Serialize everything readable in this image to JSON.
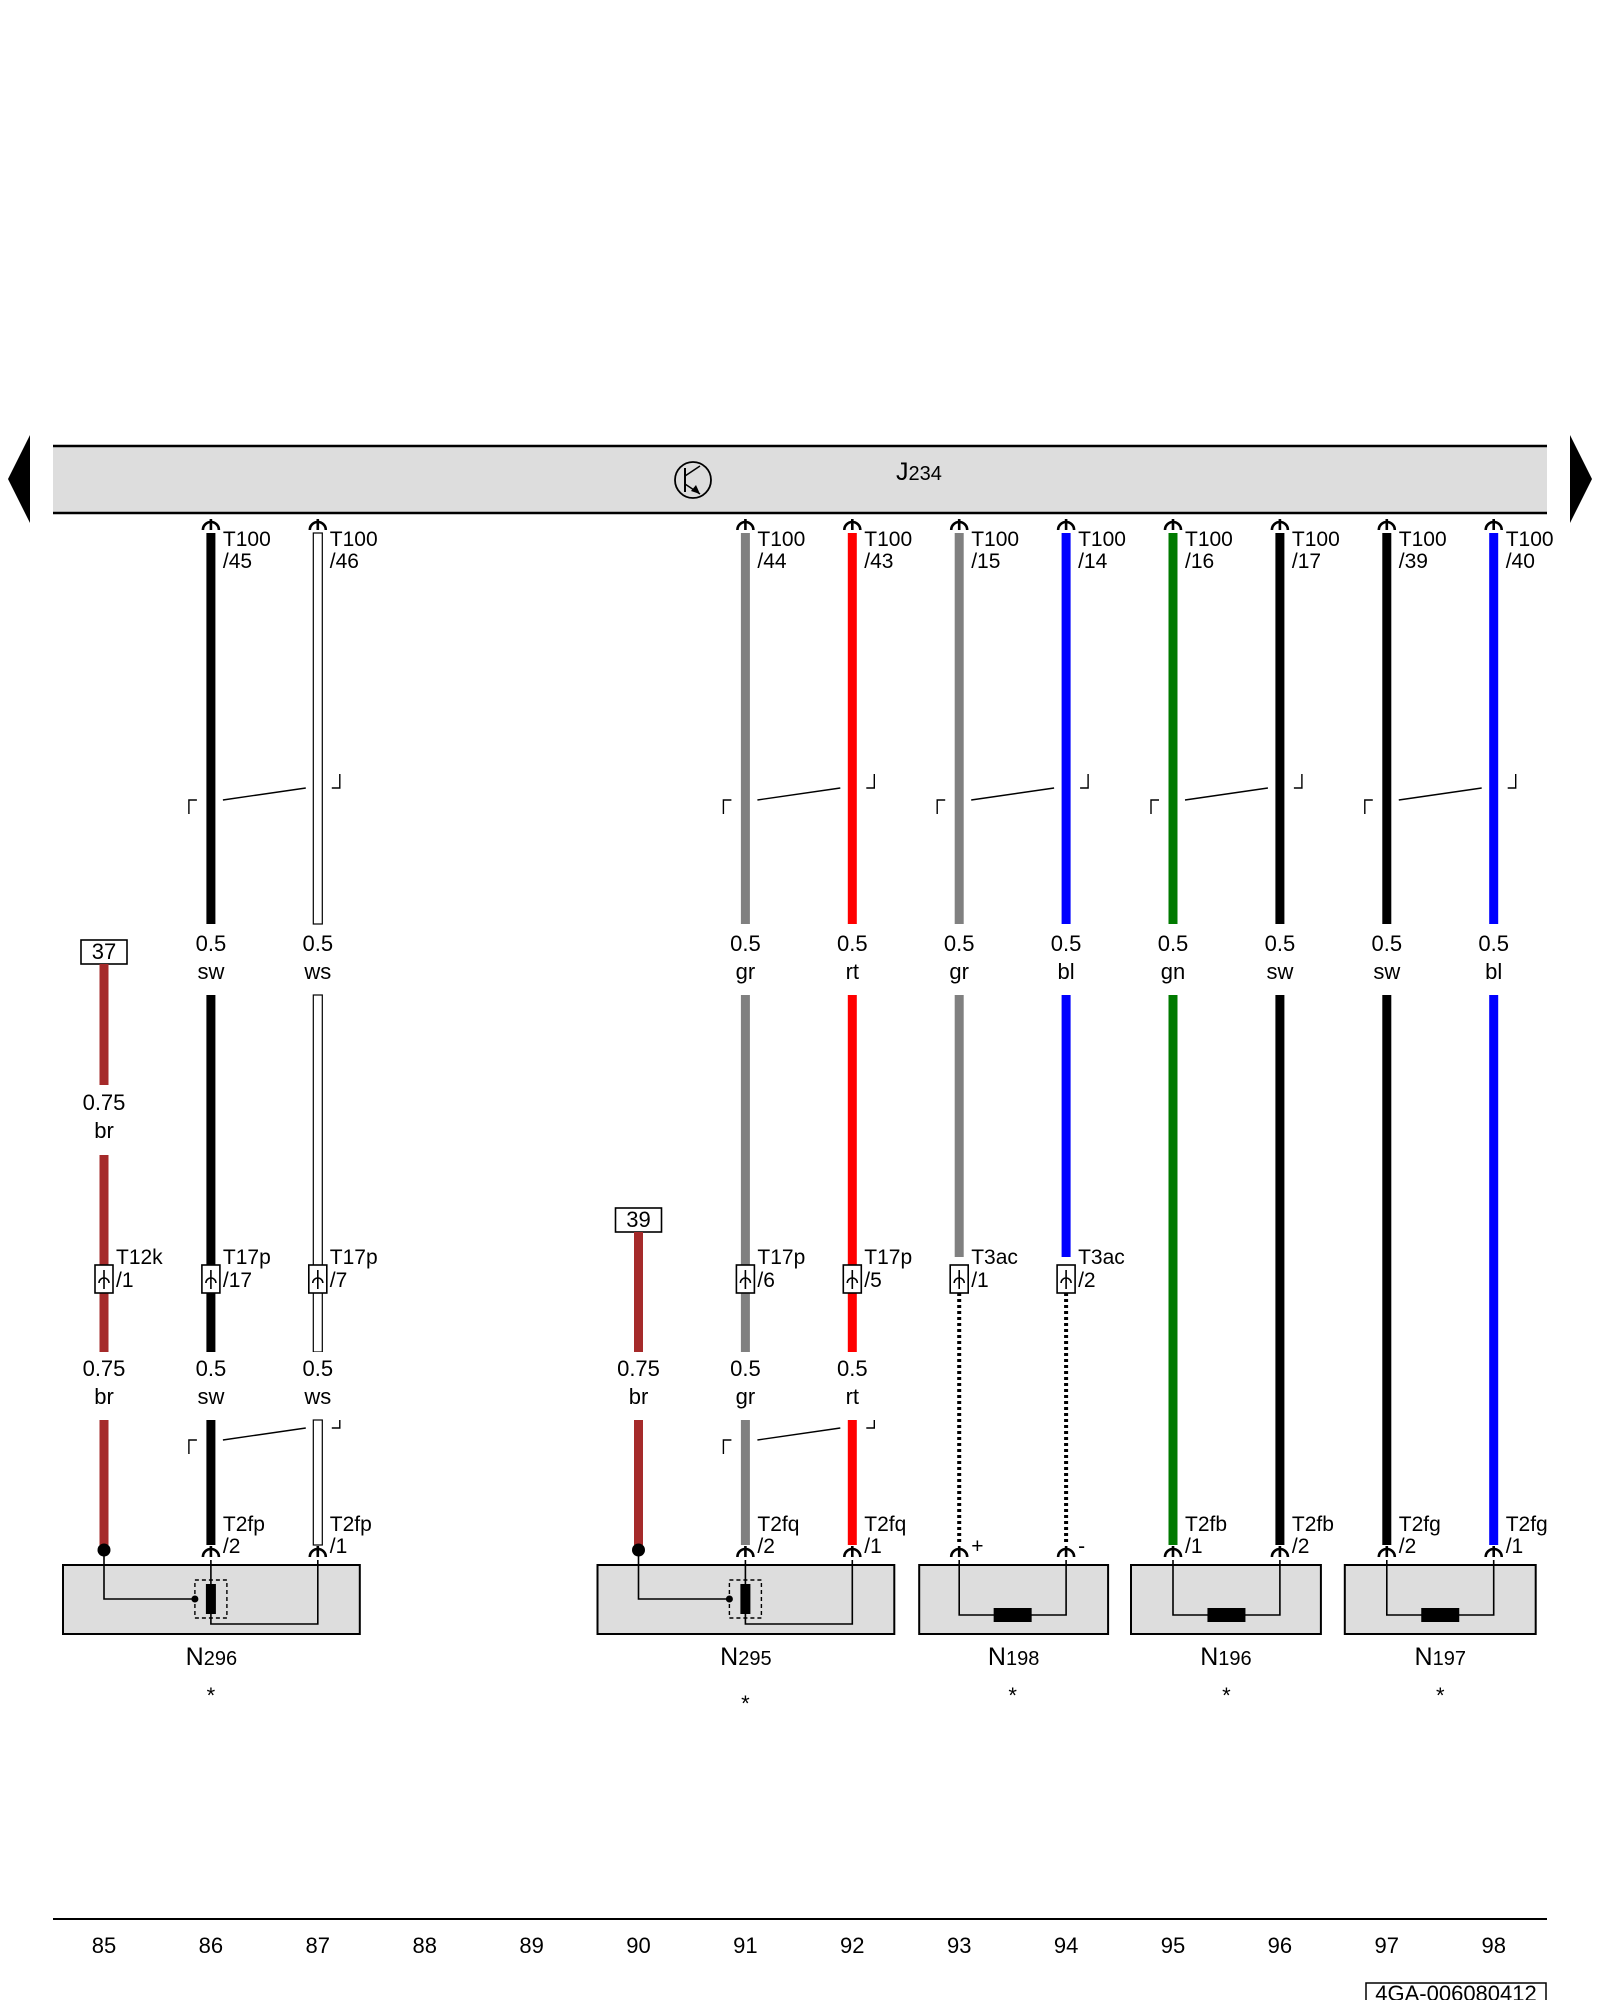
{
  "component": {
    "prefix": "J",
    "number": "234",
    "transistor_icon": "transistor-icon"
  },
  "nav": {
    "left": "triangle-left-icon",
    "right": "triangle-right-icon"
  },
  "top_pins": [
    {
      "id": "p86",
      "col": 86,
      "conn": "T100",
      "pin": "/45",
      "size": "0.5",
      "color_code": "sw",
      "color": "#000000"
    },
    {
      "id": "p87",
      "col": 87,
      "conn": "T100",
      "pin": "/46",
      "size": "0.5",
      "color_code": "ws",
      "color": "#ffffff"
    },
    {
      "id": "p91",
      "col": 91,
      "conn": "T100",
      "pin": "/44",
      "size": "0.5",
      "color_code": "gr",
      "color": "#808080"
    },
    {
      "id": "p92",
      "col": 92,
      "conn": "T100",
      "pin": "/43",
      "size": "0.5",
      "color_code": "rt",
      "color": "#ff0000"
    },
    {
      "id": "p93",
      "col": 93,
      "conn": "T100",
      "pin": "/15",
      "size": "0.5",
      "color_code": "gr",
      "color": "#808080"
    },
    {
      "id": "p94",
      "col": 94,
      "conn": "T100",
      "pin": "/14",
      "size": "0.5",
      "color_code": "bl",
      "color": "#0000ff"
    },
    {
      "id": "p95",
      "col": 95,
      "conn": "T100",
      "pin": "/16",
      "size": "0.5",
      "color_code": "gn",
      "color": "#007a00"
    },
    {
      "id": "p96",
      "col": 96,
      "conn": "T100",
      "pin": "/17",
      "size": "0.5",
      "color_code": "sw",
      "color": "#000000"
    },
    {
      "id": "p97",
      "col": 97,
      "conn": "T100",
      "pin": "/39",
      "size": "0.5",
      "color_code": "sw",
      "color": "#000000"
    },
    {
      "id": "p98",
      "col": 98,
      "conn": "T100",
      "pin": "/40",
      "size": "0.5",
      "color_code": "bl",
      "color": "#0000ff"
    }
  ],
  "references": [
    {
      "id": "r37",
      "col": 85,
      "label": "37",
      "size": "0.75",
      "color_code": "br",
      "color": "#a52a2a"
    },
    {
      "id": "r39",
      "col": 90,
      "label": "39",
      "size": "0.75",
      "color_code": "br",
      "color": "#a52a2a"
    }
  ],
  "mid_connectors": [
    {
      "id": "m85",
      "col": 85,
      "conn": "T12k",
      "pin": "/1",
      "size": "0.75",
      "color_code": "br"
    },
    {
      "id": "m86",
      "col": 86,
      "conn": "T17p",
      "pin": "/17",
      "size": "0.5",
      "color_code": "sw"
    },
    {
      "id": "m87",
      "col": 87,
      "conn": "T17p",
      "pin": "/7",
      "size": "0.5",
      "color_code": "ws"
    },
    {
      "id": "m91",
      "col": 91,
      "conn": "T17p",
      "pin": "/6",
      "size": "0.5",
      "color_code": "gr"
    },
    {
      "id": "m92",
      "col": 92,
      "conn": "T17p",
      "pin": "/5",
      "size": "0.5",
      "color_code": "rt"
    },
    {
      "id": "m93",
      "col": 93,
      "conn": "T3ac",
      "pin": "/1"
    },
    {
      "id": "m94",
      "col": 94,
      "conn": "T3ac",
      "pin": "/2"
    }
  ],
  "lower_wire_labels": [
    {
      "id": "lw90",
      "col": 90,
      "size": "0.75",
      "color_code": "br"
    }
  ],
  "device_pins": [
    {
      "id": "d86",
      "col": 86,
      "conn": "T2fp",
      "pin": "/2"
    },
    {
      "id": "d87",
      "col": 87,
      "conn": "T2fp",
      "pin": "/1"
    },
    {
      "id": "d91",
      "col": 91,
      "conn": "T2fq",
      "pin": "/2"
    },
    {
      "id": "d92",
      "col": 92,
      "conn": "T2fq",
      "pin": "/1"
    },
    {
      "id": "d93",
      "col": 93,
      "conn": "",
      "pin": "+"
    },
    {
      "id": "d94",
      "col": 94,
      "conn": "",
      "pin": "-"
    },
    {
      "id": "d95",
      "col": 95,
      "conn": "T2fb",
      "pin": "/1"
    },
    {
      "id": "d96",
      "col": 96,
      "conn": "T2fb",
      "pin": "/2"
    },
    {
      "id": "d97",
      "col": 97,
      "conn": "T2fg",
      "pin": "/2"
    },
    {
      "id": "d98",
      "col": 98,
      "conn": "T2fg",
      "pin": "/1"
    }
  ],
  "devices": [
    {
      "id": "N296",
      "prefix": "N",
      "number": "296",
      "note": "*"
    },
    {
      "id": "N295",
      "prefix": "N",
      "number": "295",
      "note": "*"
    },
    {
      "id": "N198",
      "prefix": "N",
      "number": "198",
      "note": "*"
    },
    {
      "id": "N196",
      "prefix": "N",
      "number": "196",
      "note": "*"
    },
    {
      "id": "N197",
      "prefix": "N",
      "number": "197",
      "note": "*"
    }
  ],
  "column_numbers": [
    "85",
    "86",
    "87",
    "88",
    "89",
    "90",
    "91",
    "92",
    "93",
    "94",
    "95",
    "96",
    "97",
    "98"
  ],
  "doc_id": "4GA-006080412"
}
